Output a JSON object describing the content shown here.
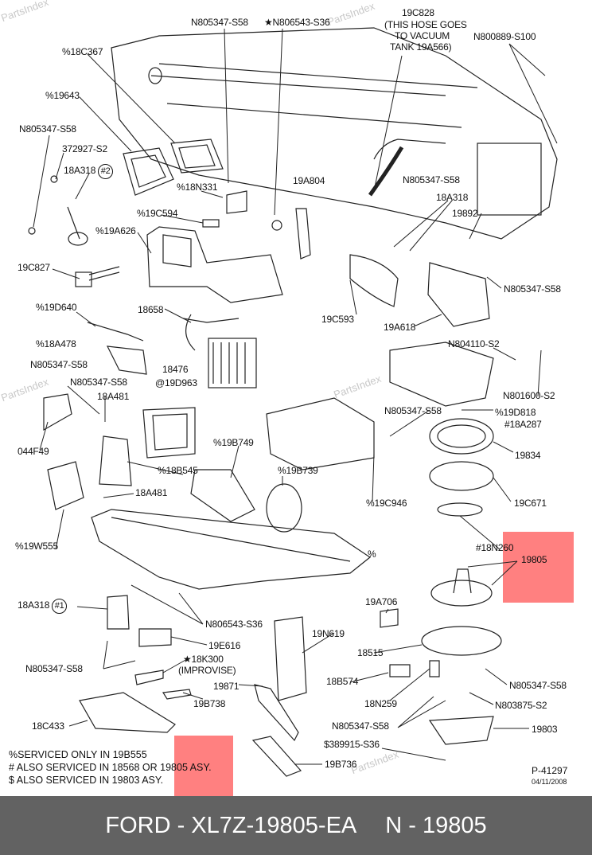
{
  "highlight_color": "#ff8080",
  "watermark": "PartsIndex",
  "labels": {
    "l0": "N805347-S58",
    "l1": "★N806543-S36",
    "l2a": "19C828",
    "l2b": "(THIS HOSE GOES",
    "l2c": "TO VACUUM",
    "l2d": "TANK 19A566)",
    "l3": "N800889-S100",
    "l4": "%18C367",
    "l5": "%19643",
    "l6": "N805347-S58",
    "l7": "372927-S2",
    "l8": "18A318",
    "l8c": "#2",
    "l9": "%18N331",
    "l10": "19A804",
    "l11": "N805347-S58",
    "l12": "18A318",
    "l13": "19892",
    "l14": "%19C594",
    "l15": "%19A626",
    "l16": "19C827",
    "l17": "N805347-S58",
    "l18": "%19D640",
    "l19": "18658",
    "l20": "19C593",
    "l21": "19A618",
    "l22": "%18A478",
    "l23": "N804110-S2",
    "l24": "N805347-S58",
    "l25": "N805347-S58",
    "l26": "18476",
    "l27": "@19D963",
    "l28": "18A481",
    "l29": "N801600-S2",
    "l30": "N805347-S58",
    "l31": "%19D818",
    "l32": "#18A287",
    "l33": "044F49",
    "l34": "%19B749",
    "l35": "19834",
    "l36": "%18B545",
    "l37": "%19B739",
    "l38": "18A481",
    "l39": "%19C946",
    "l40": "19C671",
    "l41": "%19W555",
    "l42": "#18N260",
    "l43": "%",
    "l44": "19805",
    "l45": "19A706",
    "l46": "18A318",
    "l46c": "#1",
    "l47": "N806543-S36",
    "l48": "19N619",
    "l49": "19E616",
    "l50": "18515",
    "l51a": "★18K300",
    "l51b": "(IMPROVISE)",
    "l52": "N805347-S58",
    "l53": "19871",
    "l54": "18B574",
    "l55": "N805347-S58",
    "l56": "18N259",
    "l57": "N803875-S2",
    "l58": "19B738",
    "l59": "18C433",
    "l60": "N805347-S58",
    "l61": "19803",
    "l62": "$389915-S36",
    "l64": "19B736"
  },
  "notes": [
    "%SERVICED ONLY IN 19B555",
    "# ALSO SERVICED IN 18568 OR 19805 ASY.",
    "$ ALSO SERVICED IN 19803 ASY."
  ],
  "illustration_id": "P-41297",
  "illustration_date": "04/11/2008",
  "footer": {
    "part_number": "FORD - XL7Z-19805-EA",
    "reference": "N - 19805"
  }
}
